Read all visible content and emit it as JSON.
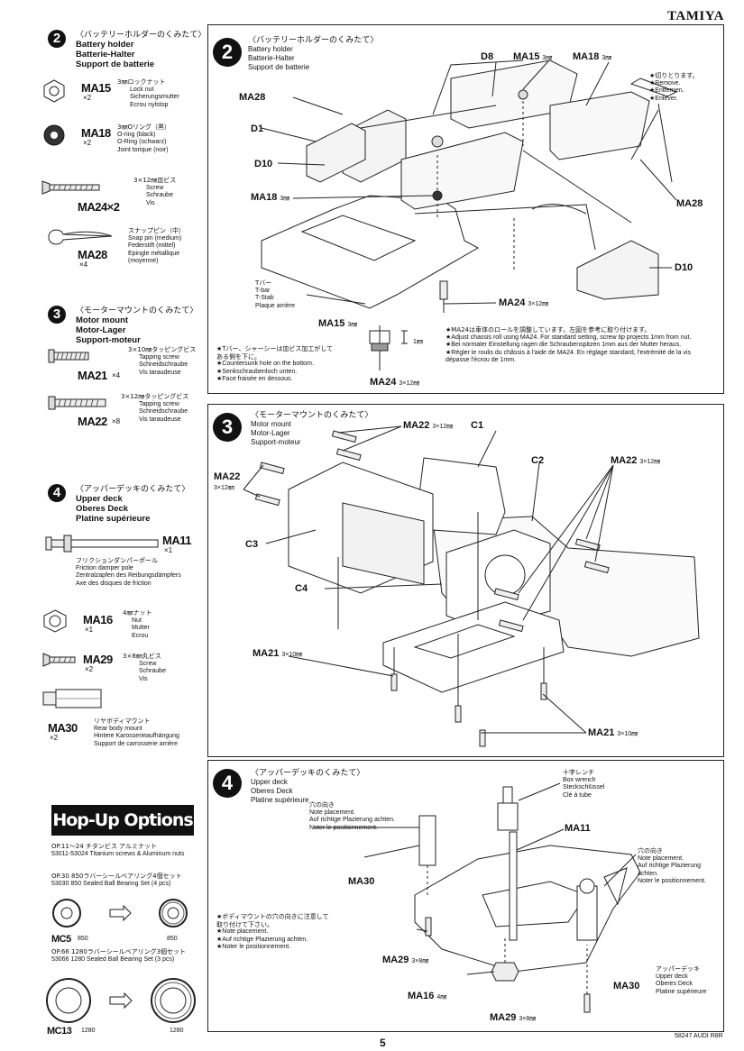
{
  "brand": "TAMIYA",
  "page_number": "5",
  "footer_code": "58247 AUDI R8R",
  "sidebar": {
    "step2": {
      "num": "2",
      "jp": "〈バッテリーホルダーのくみたて〉",
      "en": "Battery holder",
      "de": "Batterie-Halter",
      "fr": "Support de batterie"
    },
    "ma15": {
      "code": "MA15",
      "qty": "×2",
      "jp": "3㎜ロックナット",
      "en": "Lock nut",
      "de": "Sicherungsmutter",
      "fr": "Ecrou nylstop"
    },
    "ma18": {
      "code": "MA18",
      "qty": "×2",
      "jp": "3㎜Oリング（黒）",
      "en": "O-ring (black)",
      "de": "O-Ring (schwarz)",
      "fr": "Joint torique (noir)"
    },
    "ma24": {
      "code": "MA24×2",
      "jp": "3×12㎜皿ビス",
      "en": "Screw",
      "de": "Schraube",
      "fr": "Vis"
    },
    "ma28": {
      "code": "MA28",
      "qty": "×4",
      "jp": "スナップピン（中）",
      "en": "Snap pin (medium)",
      "de": "Federstift (mittel)",
      "fr": "Epingle métallique (moyenne)"
    },
    "step3": {
      "num": "3",
      "jp": "〈モーターマウントのくみたて〉",
      "en": "Motor mount",
      "de": "Motor-Lager",
      "fr": "Support-moteur"
    },
    "ma21": {
      "code": "MA21",
      "qty": "×4",
      "jp": "3×10㎜タッピングビス",
      "en": "Tapping screw",
      "de": "Schneidschraube",
      "fr": "Vis taraudeuse"
    },
    "ma22": {
      "code": "MA22",
      "qty": "×8",
      "jp": "3×12㎜タッピングビス",
      "en": "Tapping screw",
      "de": "Schneidschraube",
      "fr": "Vis taraudeuse"
    },
    "step4": {
      "num": "4",
      "jp": "〈アッパーデッキのくみたて〉",
      "en": "Upper deck",
      "de": "Oberes Deck",
      "fr": "Platine supérieure"
    },
    "ma11": {
      "code": "MA11",
      "qty": "×1",
      "jp": "フリクションダンパーポール",
      "en": "Friction damper pole",
      "de": "Zentralzapfen des Reibungsdämpfers",
      "fr": "Axe des disques de friction"
    },
    "ma16": {
      "code": "MA16",
      "qty": "×1",
      "jp": "4㎜ナット",
      "en": "Nut",
      "de": "Mutter",
      "fr": "Ecrou"
    },
    "ma29": {
      "code": "MA29",
      "qty": "×2",
      "jp": "3×8㎜丸ビス",
      "en": "Screw",
      "de": "Schraube",
      "fr": "Vis"
    },
    "ma30": {
      "code": "MA30",
      "qty": "×2",
      "jp": "リヤボディマウント",
      "en": "Rear body mount",
      "de": "Hintere Karosserieaufhängung",
      "fr": "Support de carrosserie arrière"
    }
  },
  "hopup": {
    "title": "Hop-Up Options",
    "op1_jp": "OP.11～24 チタンビス アルミナット",
    "op1_en": "53011-53024 Titanium screws & Aluminum nuts",
    "op2_jp": "OP.30 850ラバーシールベアリング4個セット",
    "op2_en": "53030 850 Sealed Ball Bearing Set (4 pcs)",
    "mc5": "MC5",
    "mc5_from": "850",
    "mc5_to": "850",
    "op3_jp": "OP.66 1280ラバーシールベアリング3個セット",
    "op3_en": "53066 1280 Sealed Ball Bearing Set (3 pcs)",
    "mc13": "MC13",
    "mc13_from": "1280",
    "mc13_to": "1280"
  },
  "panel2": {
    "num": "2",
    "jp": "〈バッテリーホルダーのくみたて〉",
    "en": "Battery holder",
    "de": "Batterie-Halter",
    "fr": "Support de batterie",
    "labels": {
      "d8": "D8",
      "ma15": "MA15",
      "ma15_size": "3㎜",
      "ma18top": "MA18",
      "ma18top_size": "3㎜",
      "ma28l": "MA28",
      "d1": "D1",
      "d10l": "D10",
      "ma18l": "MA18",
      "ma18l_size": "3㎜",
      "ma28r": "MA28",
      "d10r": "D10",
      "ma24": "MA24",
      "ma24_size": "3×12㎜"
    },
    "cut_jp": "★切りとります。",
    "cut_en": "★Remove.",
    "cut_de": "★Entfernen.",
    "cut_fr": "★Enlever.",
    "tbar_jp": "Tバー",
    "tbar_en": "T-bar",
    "tbar_de": "T-Stab",
    "tbar_fr": "Plaque arrière",
    "detail_ma15": "MA15",
    "detail_ma15_size": "3㎜",
    "detail_1mm": "1㎜",
    "detail_ma24": "MA24",
    "detail_ma24_size": "3×12㎜",
    "note_left_jp": "★Tバー、シャーシーは皿ビス加工がしてある側を下に。",
    "note_left_en": "★Countersunk hole on the bottom.",
    "note_left_de": "★Senkschraubenloch unten.",
    "note_left_fr": "★Face fraisée en dessous.",
    "note_right_jp": "★MA24は車体のロールを調整しています。左図を参考に取り付けます。",
    "note_right_en": "★Adjust chassis roll using MA24. For standard setting, screw tip projects 1mm from nut.",
    "note_right_de": "★Bei normaler Einstellung ragen die Schraubenspitzen 1mm aus der Mutter heraus.",
    "note_right_fr": "★Régler le roulis du châssis à l'aide de MA24. En réglage standard, l'extrémité de la vis dépasse l'écrou de 1mm."
  },
  "panel3": {
    "num": "3",
    "jp": "〈モーターマウントのくみたて〉",
    "en": "Motor mount",
    "de": "Motor-Lager",
    "fr": "Support-moteur",
    "labels": {
      "ma22a": "MA22",
      "ma22a_size": "3×12㎜",
      "c1": "C1",
      "c2": "C2",
      "ma22b": "MA22",
      "ma22b_size": "3×12㎜",
      "ma22l": "MA22",
      "ma22l_size": "3×12㎜",
      "c3": "C3",
      "c4": "C4",
      "ma21a": "MA21",
      "ma21a_size": "3×10㎜",
      "ma21b": "MA21",
      "ma21b_size": "3×10㎜"
    }
  },
  "panel4": {
    "num": "4",
    "jp": "〈アッパーデッキのくみたて〉",
    "en": "Upper deck",
    "de": "Oberes Deck",
    "fr": "Platine supérieure",
    "wrench_jp": "十字レンチ",
    "wrench_en": "Box wrench",
    "wrench_de": "Steckschlüssel",
    "wrench_fr": "Clé à tube",
    "place_jp": "穴の向き",
    "place_en": "Note placement.",
    "place_de": "Auf richtige Plazierung achten.",
    "place_fr": "Noter le positionnement.",
    "place2_jp": "穴の向き",
    "place2_en": "Note placement.",
    "place2_de": "Auf richtige Plazierung achten.",
    "place2_fr": "Noter le positionnement.",
    "body_jp": "★ボディマウントの穴の向きに注意して取り付けて下さい。",
    "body_en": "★Note placement.",
    "body_de": "★Auf richtige Plazierung achten.",
    "body_fr": "★Noter le positionnement.",
    "deck_jp": "アッパーデッキ",
    "deck_en": "Upper deck",
    "deck_de": "Oberes Deck",
    "deck_fr": "Platine supérieure",
    "labels": {
      "ma11": "MA11",
      "ma30l": "MA30",
      "ma29": "MA29",
      "ma29_size": "3×8㎜",
      "ma16": "MA16",
      "ma16_size": "4㎜",
      "ma30r": "MA30",
      "ma29b": "MA29",
      "ma29b_size": "3×8㎜"
    }
  }
}
